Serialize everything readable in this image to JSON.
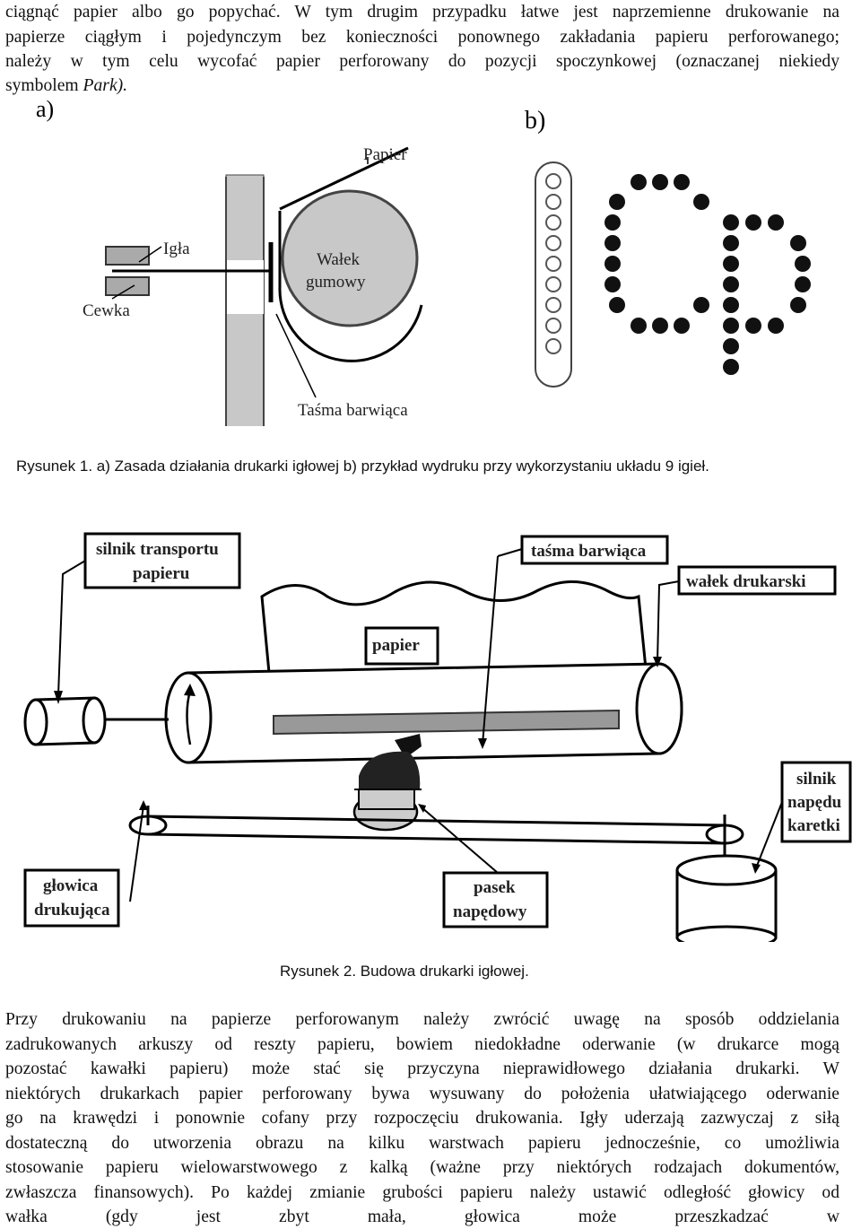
{
  "top_paragraph": {
    "lines": [
      "ciągnąć papier albo go popychać. W tym drugim przypadku łatwe jest naprzemienne drukowanie na",
      "papierze ciągłym i pojedynczym bez konieczności ponownego zakładania papieru perforowanego;",
      "należy w tym celu wycofać papier perforowany do pozycji spoczynkowej (oznaczanej niekiedy"
    ],
    "last_line_prefix": "symbolem ",
    "last_line_italic": "Park).",
    "last_line_suffix": ""
  },
  "figure1": {
    "panel_a_label": "a)",
    "panel_b_label": "b)",
    "labels": {
      "paper": "Papier",
      "needle": "Igła",
      "coil": "Cewka",
      "roller_line1": "Wałek",
      "roller_line2": "gumowy",
      "ribbon": "Taśma barwiąca"
    },
    "caption": "Rysunek 1. a) Zasada działania drukarki igłowej b) przykład wydruku przy wykorzystaniu układu 9 igieł."
  },
  "figure2": {
    "labels": {
      "paper_motor_line1": "silnik transportu",
      "paper_motor_line2": "papieru",
      "ribbon": "taśma barwiąca",
      "platen": "wałek drukarski",
      "paper": "papier",
      "carriage_motor_line1": "silnik",
      "carriage_motor_line2": "napędu",
      "carriage_motor_line3": "karetki",
      "print_head_line1": "głowica",
      "print_head_line2": "drukująca",
      "belt_line1": "pasek",
      "belt_line2": "napędowy"
    },
    "caption": "Rysunek 2. Budowa drukarki igłowej."
  },
  "bottom_paragraph": {
    "lines": [
      "Przy drukowaniu na papierze perforowanym należy zwrócić uwagę na sposób oddzielania",
      "zadrukowanych arkuszy od reszty papieru, bowiem niedokładne oderwanie (w drukarce mogą",
      "pozostać kawałki papieru) może stać się przyczyna nieprawidłowego działania drukarki. W",
      "niektórych drukarkach papier perforowany bywa wysuwany do położenia ułatwiającego oderwanie",
      "go na krawędzi i ponownie cofany przy rozpoczęciu drukowania. Igły uderzają zazwyczaj z siłą",
      "dostateczną do utworzenia obrazu na kilku warstwach papieru jednocześnie, co umożliwia",
      "stosowanie papieru wielowarstwowego z kalką (ważne przy niektórych rodzajach dokumentów,",
      "zwłaszcza finansowych). Po każdej zmianie grubości papieru należy ustawić odległość głowicy od",
      "wałka (gdy jest zbyt mała, głowica może przeszkadzać w"
    ]
  }
}
